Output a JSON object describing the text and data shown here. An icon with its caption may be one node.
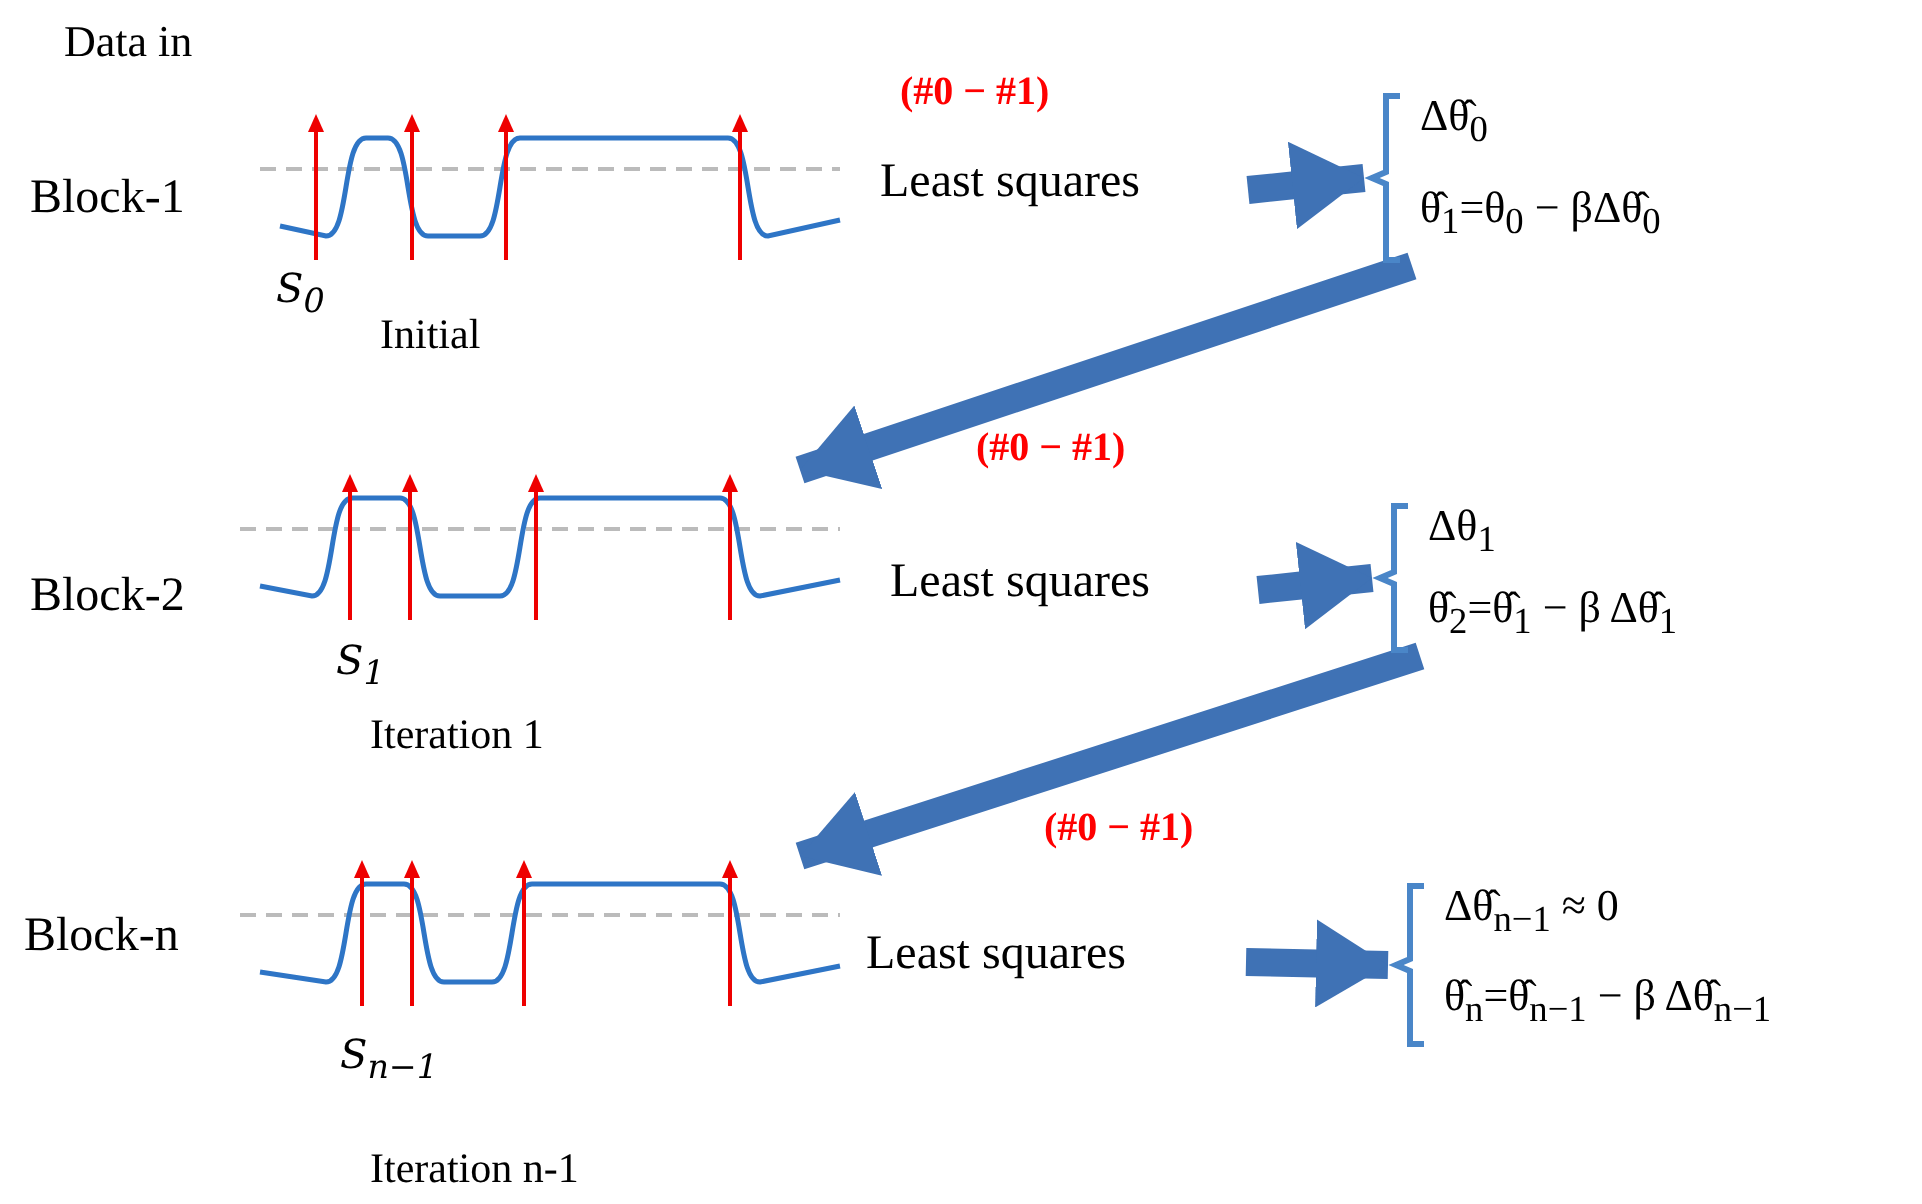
{
  "diagram": {
    "nodes": [
      {
        "text": [],
        "shape": "picture",
        "beside": [
          "Data in",
          "Block-1",
          "S$_{0}$",
          "Initial"
        ]
      },
      {
        "text": [
          "Least squares"
        ]
      },
      {
        "text": [
          "Δθ̂$_{0}$",
          "θ̂$_{1}$=θ$_{0}$ − βΔθ̂$_{0}$"
        ]
      },
      {
        "text": [],
        "shape": "picture",
        "beside": [
          "Block-2",
          "S$_{1}$",
          "Iteration 1"
        ]
      },
      {
        "text": [
          "Least squares"
        ]
      },
      {
        "text": [
          "Δθ$_{1}$",
          "θ̂$_{2}$=θ̂$_{1}$ − β Δθ̂$_{1}$"
        ]
      },
      {
        "text": [],
        "shape": "picture",
        "beside": [
          "Block-n",
          "S$_{n−1}$",
          "Iteration n-1"
        ]
      },
      {
        "text": [
          "Least squares"
        ]
      },
      {
        "text": [
          "Δθ̂$_{n−1}$ ≈ 0",
          "θ̂$_{n}$=θ̂$_{n−1}$ − β Δθ̂$_{n−1}$"
        ]
      }
    ],
    "edges": [
      {
        "from": 1,
        "to": 2,
        "arrow": "to"
      },
      {
        "from": 2,
        "to": 3,
        "arrow": "to"
      },
      {
        "from": 4,
        "to": 5,
        "arrow": "to"
      },
      {
        "from": 5,
        "to": 6,
        "arrow": "to"
      },
      {
        "from": 7,
        "to": 8,
        "arrow": "to"
      }
    ],
    "labels": [
      "(#0 − #1)",
      "(#0 − #1)",
      "(#0 − #1)"
    ]
  }
}
